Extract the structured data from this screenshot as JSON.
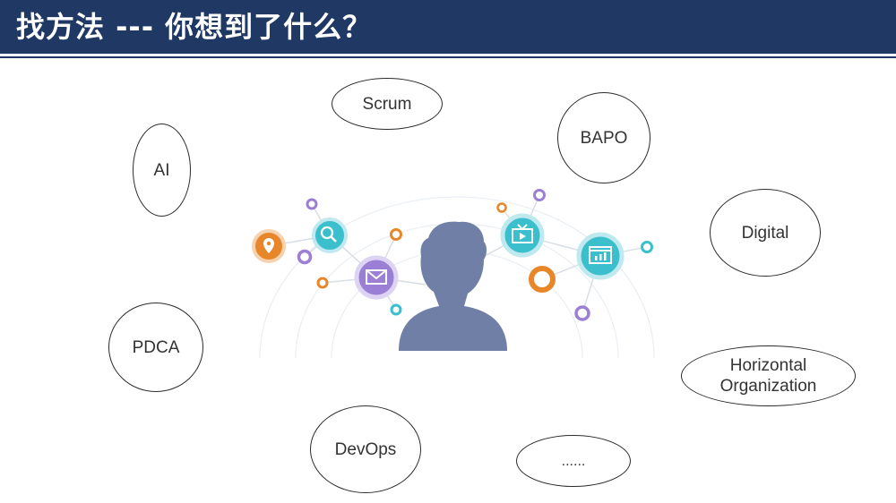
{
  "title": "找方法 --- 你想到了什么？",
  "bubbles": {
    "scrum": "Scrum",
    "bapo": "BAPO",
    "ai": "AI",
    "digital": "Digital",
    "pdca": "PDCA",
    "horizontal": "Horizontal\nOrganization",
    "devops": "DevOps",
    "more": "......"
  },
  "colors": {
    "header": "#1f3864",
    "teal": "#3bbfcc",
    "orange": "#e8862a",
    "purple": "#9b7fd4",
    "person": "#6f7fa6"
  },
  "icons": [
    "location-icon",
    "search-icon",
    "mail-icon",
    "tv-icon",
    "chart-icon",
    "person-icon"
  ]
}
